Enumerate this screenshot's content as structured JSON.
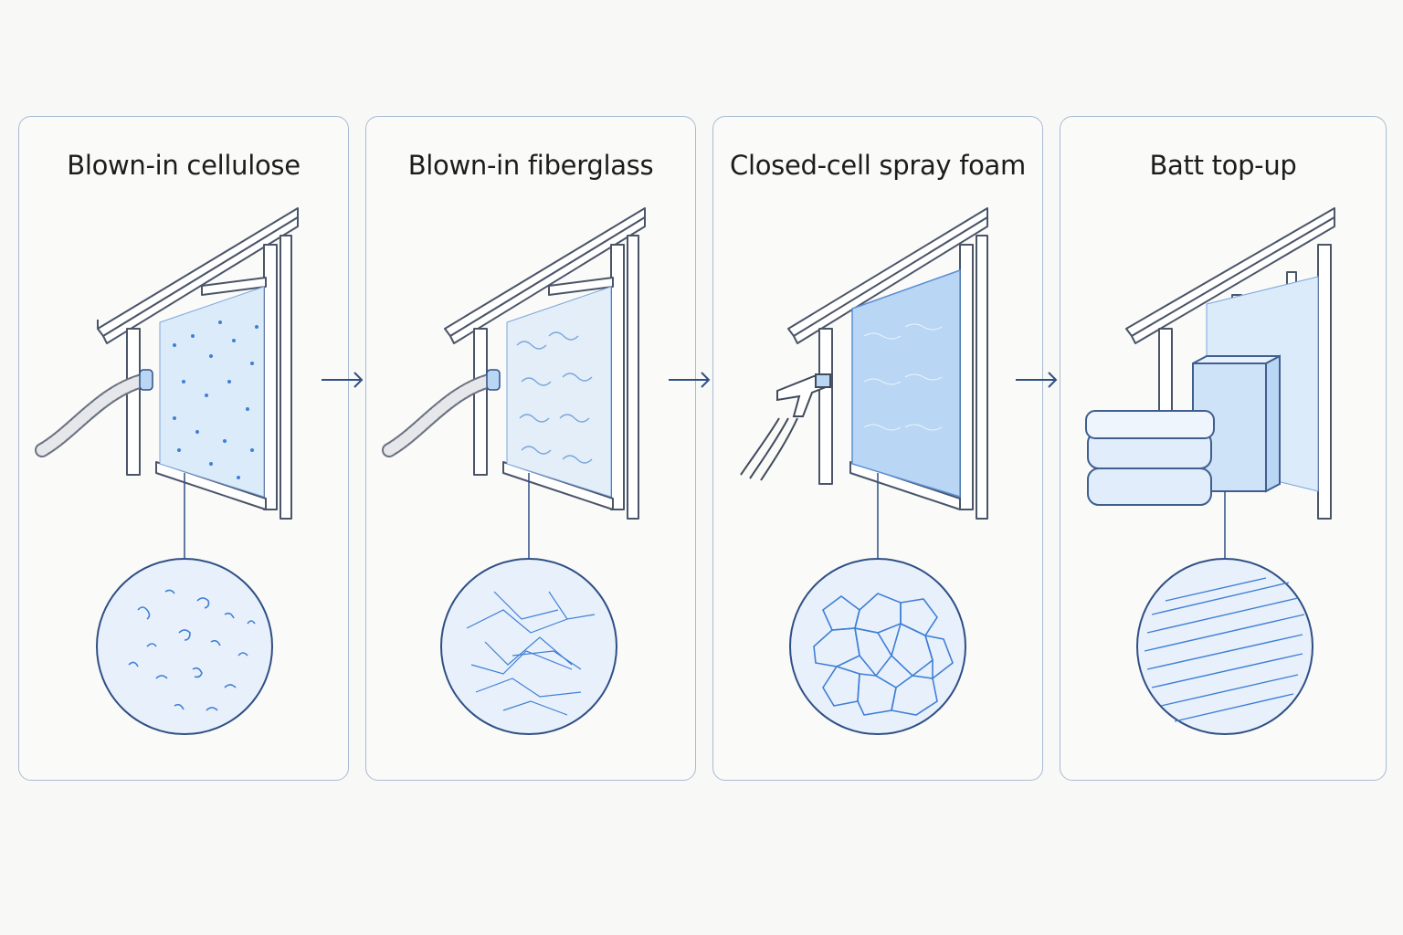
{
  "panels": [
    {
      "id": "cellulose",
      "title": "Blown-in cellulose",
      "icon": "cellulose-texture-icon"
    },
    {
      "id": "fiberglass",
      "title": "Blown-in fiberglass",
      "icon": "fiberglass-texture-icon"
    },
    {
      "id": "spray-foam",
      "title": "Closed-cell spray foam",
      "icon": "foam-cell-texture-icon"
    },
    {
      "id": "batt",
      "title": "Batt top-up",
      "icon": "batt-fiber-texture-icon"
    }
  ],
  "colors": {
    "border": "#a9bbd4",
    "line": "#2f4f85",
    "fill_light": "#dcebfa",
    "fill_mid": "#b9d6f4",
    "accent": "#3f7fd6"
  },
  "connectors": [
    "arrow-right-icon",
    "arrow-right-icon",
    "arrow-right-icon"
  ]
}
